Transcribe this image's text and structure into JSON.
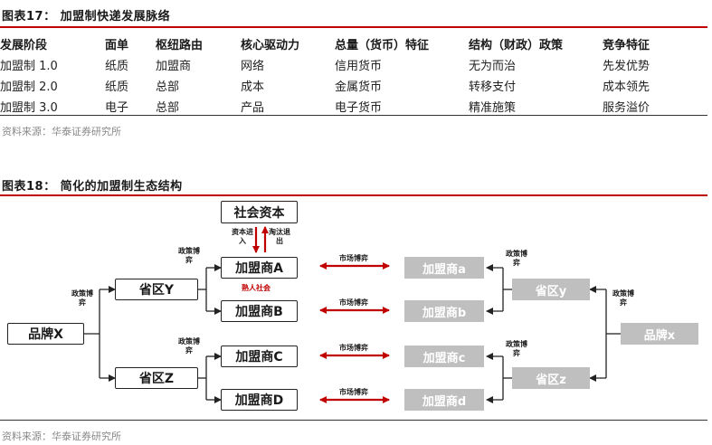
{
  "table1": {
    "caption": "图表17：  加盟制快递发展脉络",
    "headers": [
      "发展阶段",
      "面单",
      "枢纽路由",
      "核心驱动力",
      "总量（货币）特征",
      "结构（财政）政策",
      "竞争特征"
    ],
    "rows": [
      [
        "加盟制 1.0",
        "纸质",
        "加盟商",
        "网络",
        "信用货币",
        "无为而治",
        "先发优势"
      ],
      [
        "加盟制 2.0",
        "纸质",
        "总部",
        "成本",
        "金属货币",
        "转移支付",
        "成本领先"
      ],
      [
        "加盟制 3.0",
        "电子",
        "总部",
        "产品",
        "电子货币",
        "精准施策",
        "服务溢价"
      ]
    ],
    "source": "资料来源：华泰证券研究所"
  },
  "figure2": {
    "caption": "图表18：  简化的加盟制生态结构",
    "social_capital": "社会资本",
    "capital_in": "资本进入",
    "eliminate_out": "淘汰退出",
    "acquaintance": "熟人社会",
    "policy_game": "政策博弈",
    "market_game": "市场博弈",
    "brand_x_left": "品牌X",
    "brand_x_right": "品牌x",
    "province_y_left": "省区Y",
    "province_z_left": "省区Z",
    "province_y_right": "省区y",
    "province_z_right": "省区z",
    "franchisees_left": [
      "加盟商A",
      "加盟商B",
      "加盟商C",
      "加盟商D"
    ],
    "franchisees_right": [
      "加盟商a",
      "加盟商b",
      "加盟商c",
      "加盟商d"
    ],
    "source": "资料来源：华泰证券研究所",
    "colors": {
      "accent": "#c00000",
      "gray": "#bfbfbf"
    }
  }
}
